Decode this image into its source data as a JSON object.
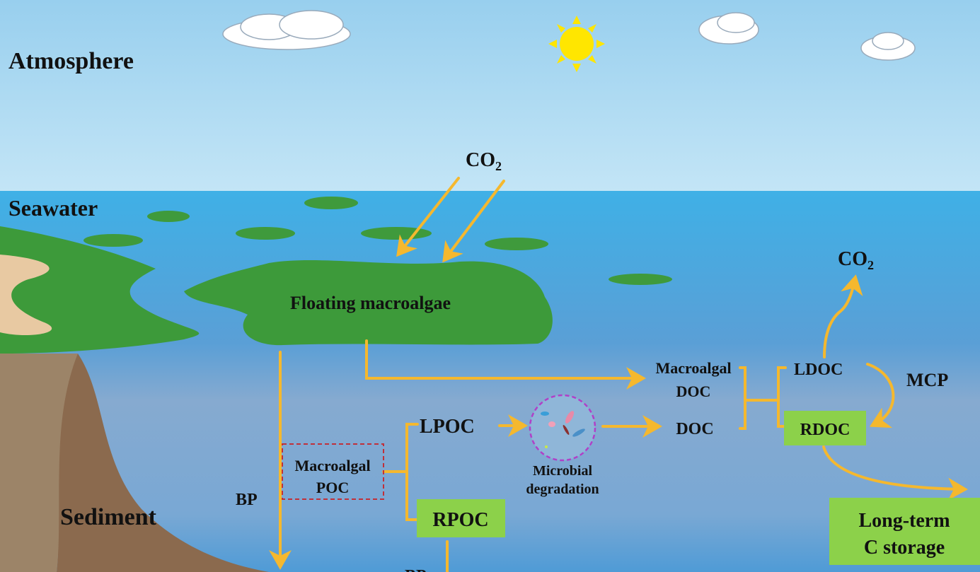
{
  "zones": {
    "atmosphere": "Atmosphere",
    "seawater": "Seawater",
    "sediment": "Sediment"
  },
  "labels": {
    "co2_top": "CO",
    "co2_right": "CO",
    "co2_subscript": "2",
    "floating_macroalgae": "Floating macroalgae",
    "bp_left": "BP",
    "bp_bottom": "BP",
    "macroalgal_poc_line1": "Macroalgal",
    "macroalgal_poc_line2": "POC",
    "lpoc": "LPOC",
    "rpoc": "RPOC",
    "microbial_line1": "Microbial",
    "microbial_line2": "degradation",
    "doc": "DOC",
    "macroalgal_doc_line1": "Macroalgal",
    "macroalgal_doc_line2": "DOC",
    "ldoc": "LDOC",
    "rdoc": "RDOC",
    "mcp": "MCP",
    "storage_line1": "Long-term",
    "storage_line2": "C storage"
  },
  "colors": {
    "arrow": "#f5b82e",
    "green_box": "#8cd14a",
    "poc_box_border": "#c0303a",
    "microbe_circle": "#b040c8"
  }
}
